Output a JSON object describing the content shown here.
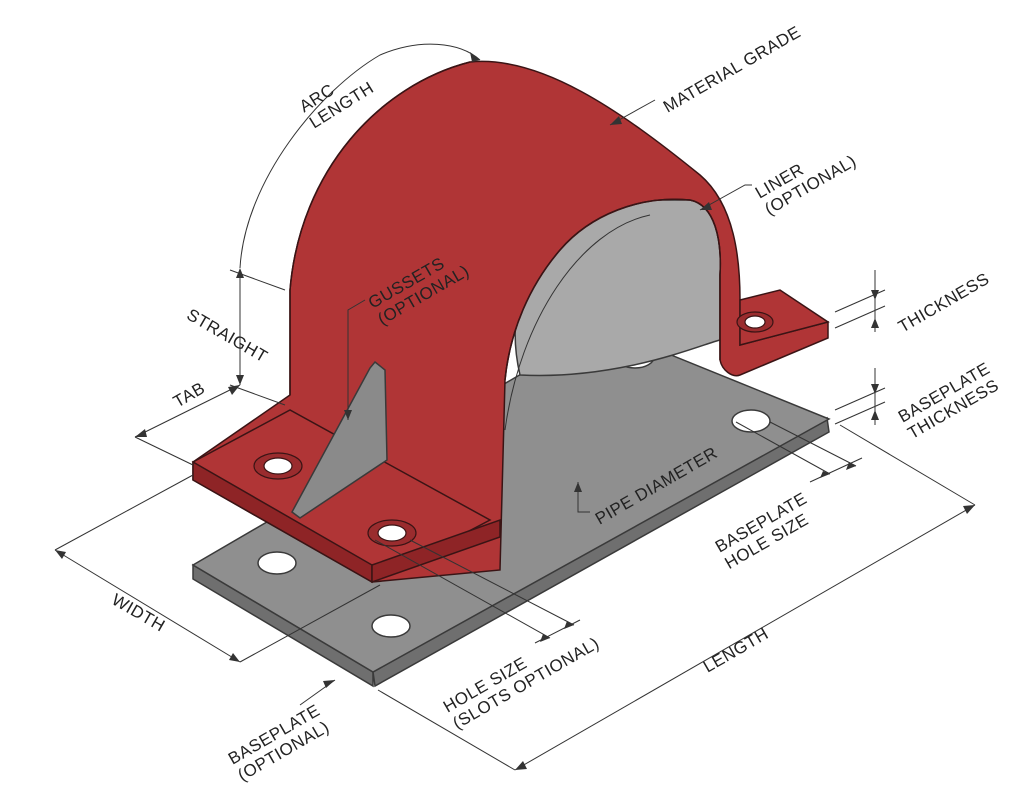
{
  "colors": {
    "clamp": "#b03536",
    "clamp_edge": "#3a1415",
    "baseplate": "#8f8f8f",
    "baseplate_edge": "#3a3a3a",
    "liner": "#a9a9a9",
    "gusset": "#8a8a8a",
    "dimension_line": "#333333",
    "background": "#ffffff"
  },
  "labels": {
    "arc_length": [
      "ARC",
      "LENGTH"
    ],
    "material_grade": "MATERIAL GRADE",
    "liner": [
      "LINER",
      "(OPTIONAL)"
    ],
    "thickness": "THICKNESS",
    "baseplate_thickness": [
      "BASEPLATE",
      "THICKNESS"
    ],
    "gussets": [
      "GUSSETS",
      "(OPTIONAL)"
    ],
    "straight": "STRAIGHT",
    "tab": "TAB",
    "pipe_diameter": "PIPE DIAMETER",
    "baseplate_hole_size": [
      "BASEPLATE",
      "HOLE SIZE"
    ],
    "width": "WIDTH",
    "length": "LENGTH",
    "hole_size": [
      "HOLE SIZE",
      "(SLOTS OPTIONAL)"
    ],
    "baseplate": [
      "BASEPLATE",
      "(OPTIONAL)"
    ]
  }
}
